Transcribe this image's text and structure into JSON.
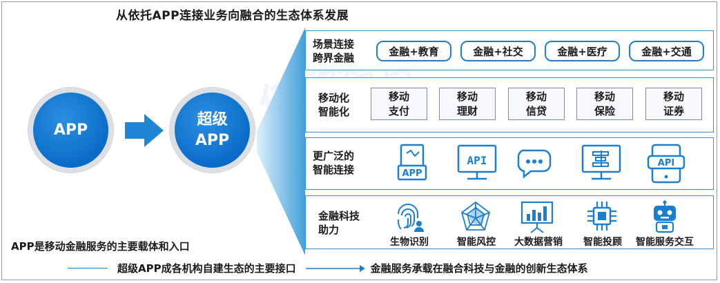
{
  "title": "从依托APP连接业务向融合的生态体系发展",
  "left": {
    "app_label": "APP",
    "super_app_line1": "超级",
    "super_app_line2": "APP"
  },
  "rows": {
    "scene": {
      "label_line1": "场景连接",
      "label_line2": "跨界金融",
      "pills": [
        "金融+教育",
        "金融+社交",
        "金融+医疗",
        "金融+交通"
      ]
    },
    "mobile": {
      "label_line1": "移动化",
      "label_line2": "智能化",
      "boxes": [
        {
          "line1": "移动",
          "line2": "支付"
        },
        {
          "line1": "移动",
          "line2": "理财"
        },
        {
          "line1": "移动",
          "line2": "信贷"
        },
        {
          "line1": "移动",
          "line2": "保险"
        },
        {
          "line1": "移动",
          "line2": "证券"
        }
      ]
    },
    "connect": {
      "label_line1": "更广泛的",
      "label_line2": "智能连接",
      "icons": [
        "app-document-icon",
        "api-monitor-icon",
        "chat-bubble-icon",
        "server-monitor-icon",
        "api-tablet-icon"
      ],
      "icon_texts": [
        "APP",
        "API",
        "API"
      ]
    },
    "fintech": {
      "label_line1": "金融科技",
      "label_line2": "助力",
      "items": [
        {
          "icon": "fingerprint-icon",
          "caption": "生物识别"
        },
        {
          "icon": "radar-chart-icon",
          "caption": "智能风控"
        },
        {
          "icon": "bar-chart-icon",
          "caption": "大数据营销"
        },
        {
          "icon": "chip-icon",
          "caption": "智能投顾"
        },
        {
          "icon": "robot-icon",
          "caption": "智能服务交互"
        }
      ]
    }
  },
  "footer": {
    "line1": "APP是移动金融服务的主要载体和入口",
    "line2_left": "超级APP成各机构自建生态的主要接口",
    "line2_right": "金融服务承载在融合科技与金融的创新生态体系"
  },
  "colors": {
    "primary_blue": "#0a6cc9",
    "border_blue": "#2f95d6",
    "light_blue": "#d7ecfa"
  }
}
